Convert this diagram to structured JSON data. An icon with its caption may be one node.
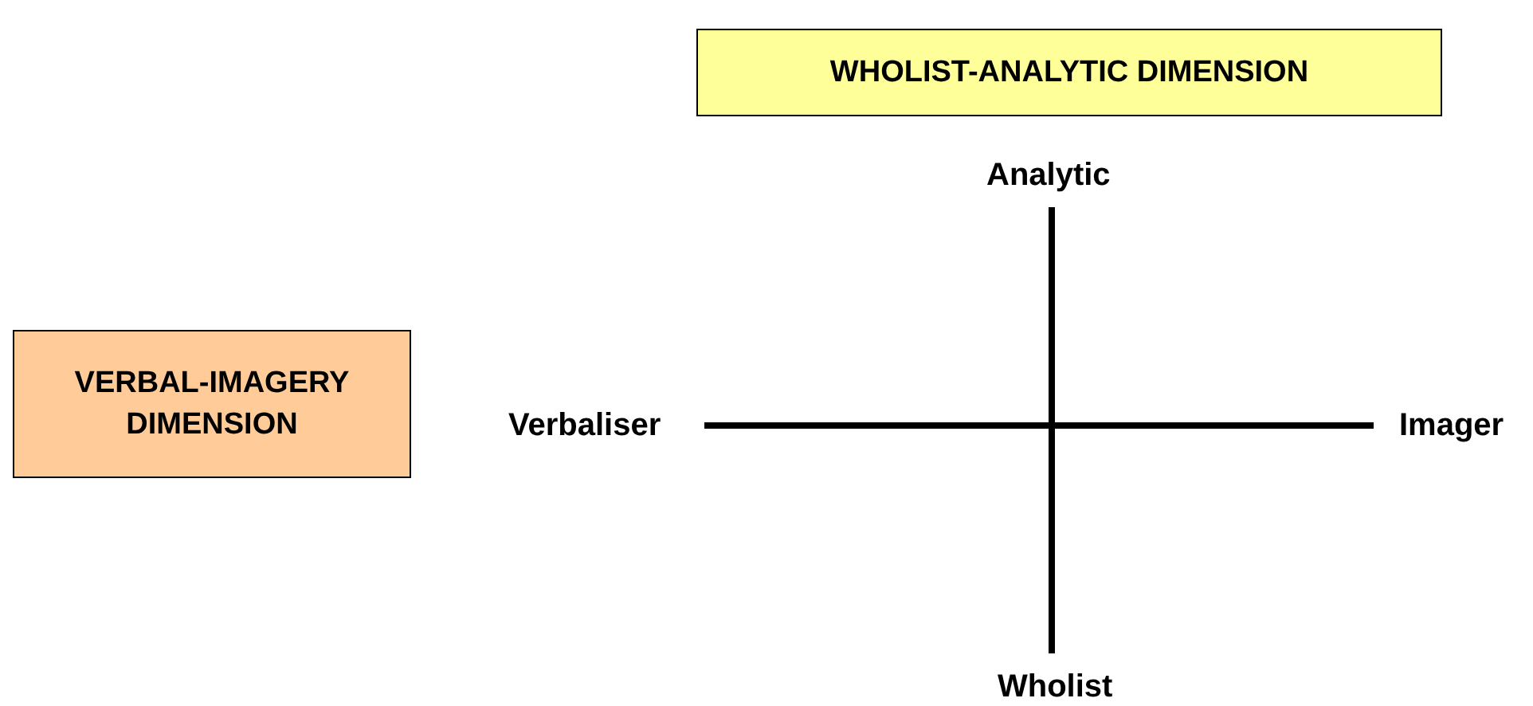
{
  "diagram": {
    "nodes": [
      {
        "text": [
          "WHOLIST-ANALYTIC DIMENSION"
        ]
      },
      {
        "text": [
          "VERBAL-IMAGERY DIMENSION"
        ]
      }
    ],
    "labels": [
      "Analytic",
      "Verbaliser",
      "Imager",
      "Wholist"
    ]
  }
}
